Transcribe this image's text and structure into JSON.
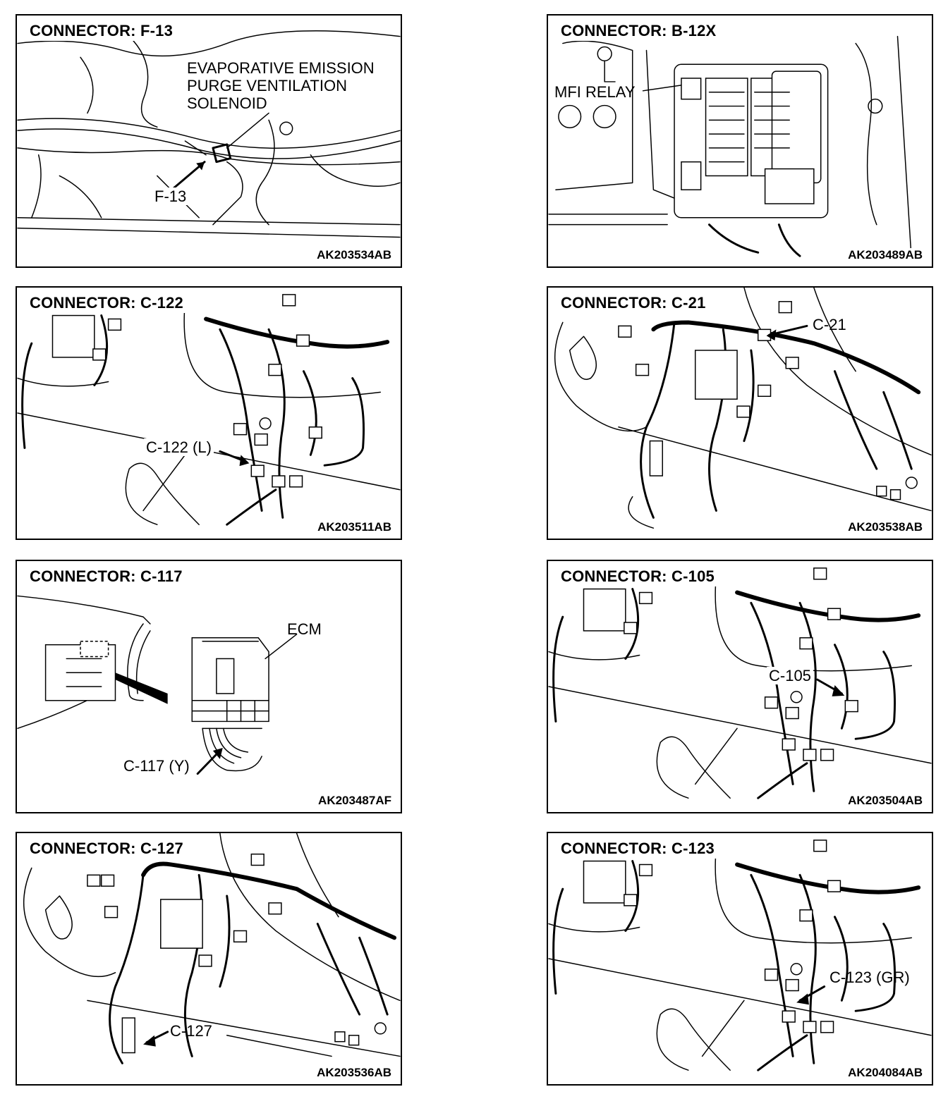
{
  "panels": [
    {
      "id": "f13",
      "title": "CONNECTOR: F-13",
      "code": "AK203534AB",
      "labels": [
        "EVAPORATIVE EMISSION PURGE VENTILATION SOLENOID",
        "F-13"
      ]
    },
    {
      "id": "b12x",
      "title": "CONNECTOR: B-12X",
      "code": "AK203489AB",
      "labels": [
        "MFI RELAY"
      ]
    },
    {
      "id": "c122",
      "title": "CONNECTOR: C-122",
      "code": "AK203511AB",
      "labels": [
        "C-122 (L)"
      ]
    },
    {
      "id": "c21",
      "title": "CONNECTOR: C-21",
      "code": "AK203538AB",
      "labels": [
        "C-21"
      ]
    },
    {
      "id": "c117",
      "title": "CONNECTOR: C-117",
      "code": "AK203487AF",
      "labels": [
        "ECM",
        "C-117 (Y)"
      ]
    },
    {
      "id": "c105",
      "title": "CONNECTOR: C-105",
      "code": "AK203504AB",
      "labels": [
        "C-105"
      ]
    },
    {
      "id": "c127",
      "title": "CONNECTOR: C-127",
      "code": "AK203536AB",
      "labels": [
        "C-127"
      ]
    },
    {
      "id": "c123",
      "title": "CONNECTOR: C-123",
      "code": "AK204084AB",
      "labels": [
        "C-123 (GR)"
      ]
    }
  ]
}
